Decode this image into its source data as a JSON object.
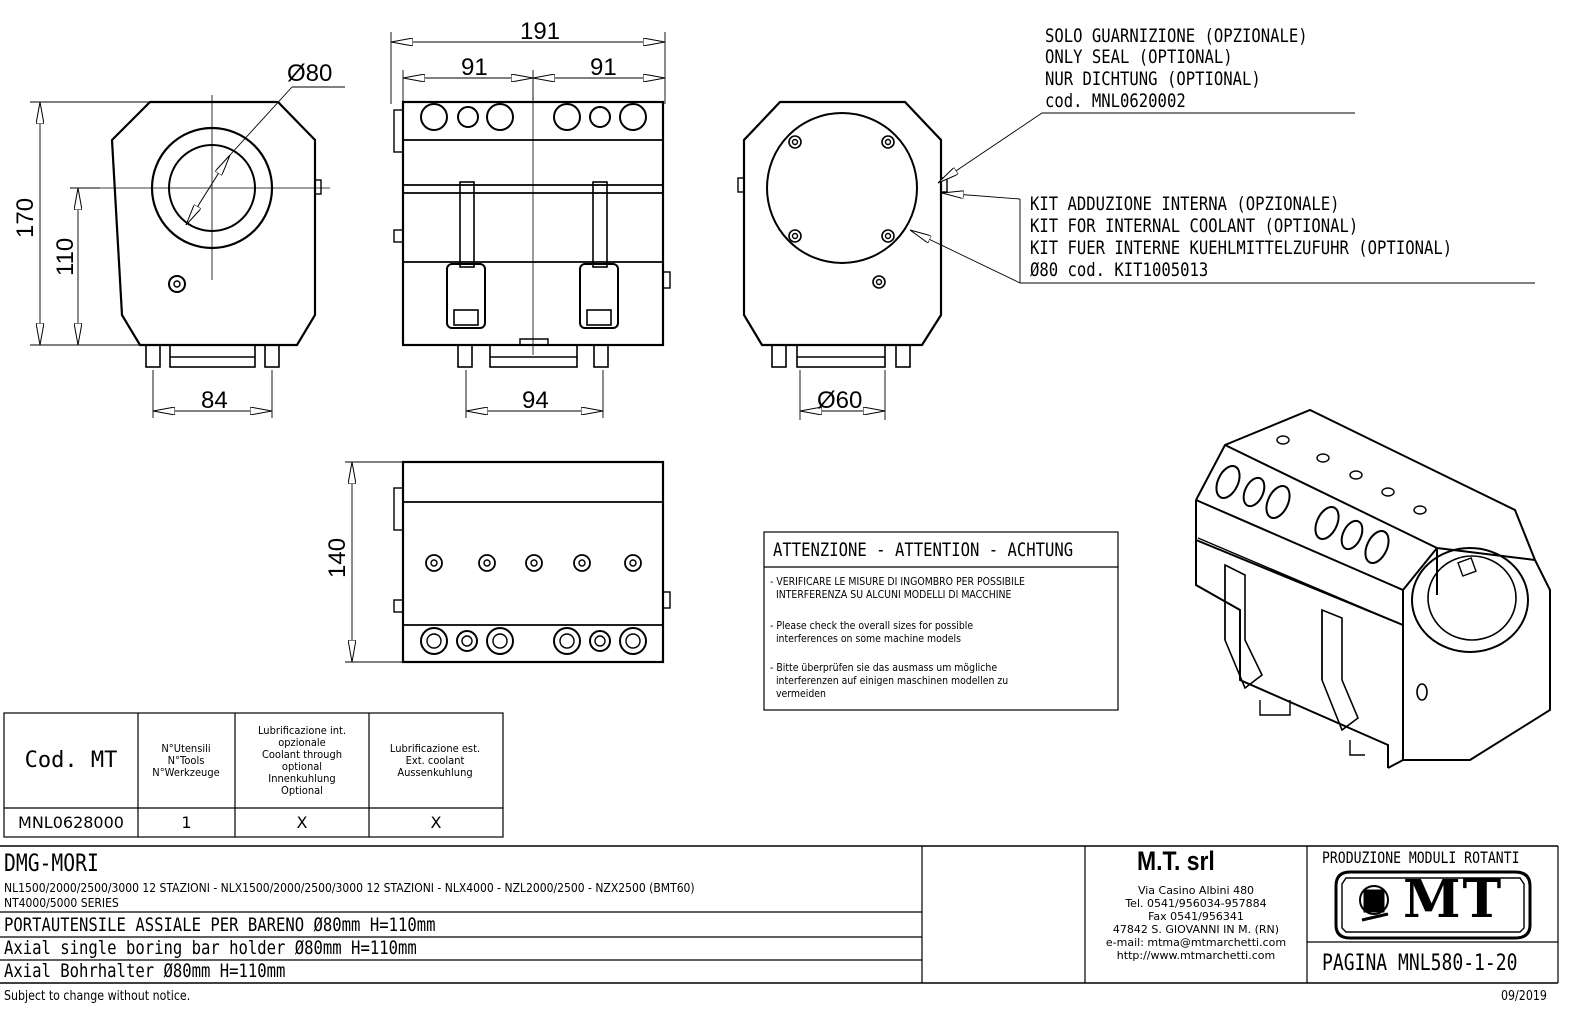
{
  "dimensions": {
    "d191": "191",
    "d91a": "91",
    "d91b": "91",
    "phi80": "Ø80",
    "d170": "170",
    "d110": "110",
    "d84": "84",
    "d94": "94",
    "phi60": "Ø60",
    "d140": "140"
  },
  "callouts": {
    "seal": [
      "SOLO GUARNIZIONE (OPZIONALE)",
      "ONLY SEAL (OPTIONAL)",
      "NUR DICHTUNG (OPTIONAL)",
      "cod. MNL0620002"
    ],
    "kit": [
      "KIT ADDUZIONE INTERNA (OPZIONALE)",
      "KIT FOR INTERNAL COOLANT (OPTIONAL)",
      "KIT FUER INTERNE KUEHLMITTELZUFUHR (OPTIONAL)",
      "Ø80   cod. KIT1005013"
    ]
  },
  "warning": {
    "title": "ATTENZIONE - ATTENTION - ACHTUNG",
    "it": [
      "- VERIFICARE LE MISURE DI INGOMBRO PER POSSIBILE",
      "  INTERFERENZA SU ALCUNI MODELLI DI MACCHINE"
    ],
    "en": [
      "- Please check the overall sizes for possible",
      "  interferences on some machine models"
    ],
    "de": [
      "- Bitte überprüfen sie das ausmass um mögliche",
      "  interferenzen auf einigen maschinen modellen zu",
      "  vermeiden"
    ]
  },
  "spec_table": {
    "headers": [
      "Cod. MT",
      "N°Utensili\nN°Tools\nN°Werkzeuge",
      "Lubrificazione int.\nopzionale\nCoolant through\noptional\nInnenkuhlung\nOptional",
      "Lubrificazione est.\nExt. coolant\nAussenkuhlung"
    ],
    "rows": [
      [
        "MNL0628000",
        "1",
        "X",
        "X"
      ]
    ]
  },
  "title_block": {
    "brand": "DMG-MORI",
    "models": "NL1500/2000/2500/3000 12 STAZIONI - NLX1500/2000/2500/3000 12 STAZIONI - NLX4000 - NZL2000/2500 - NZX2500 (BMT60)",
    "series": "NT4000/5000 SERIES",
    "desc_it": "PORTAUTENSILE ASSIALE PER BARENO Ø80mm H=110mm",
    "desc_en": "Axial single boring bar holder Ø80mm H=110mm",
    "desc_de": "Axial Bohrhalter Ø80mm H=110mm",
    "company": "M.T. srl",
    "address": [
      "Via Casino Albini 480",
      "Tel. 0541/956034-957884",
      "Fax 0541/956341",
      "47842 S. GIOVANNI IN M. (RN)",
      "e-mail: mtma@mtmarchetti.com",
      "http://www.mtmarchetti.com"
    ],
    "division": "PRODUZIONE MODULI ROTANTI",
    "logo_text": "MT",
    "page": "PAGINA MNL580-1-20"
  },
  "footer": {
    "notice": "Subject to change without notice.",
    "date": "09/2019"
  }
}
